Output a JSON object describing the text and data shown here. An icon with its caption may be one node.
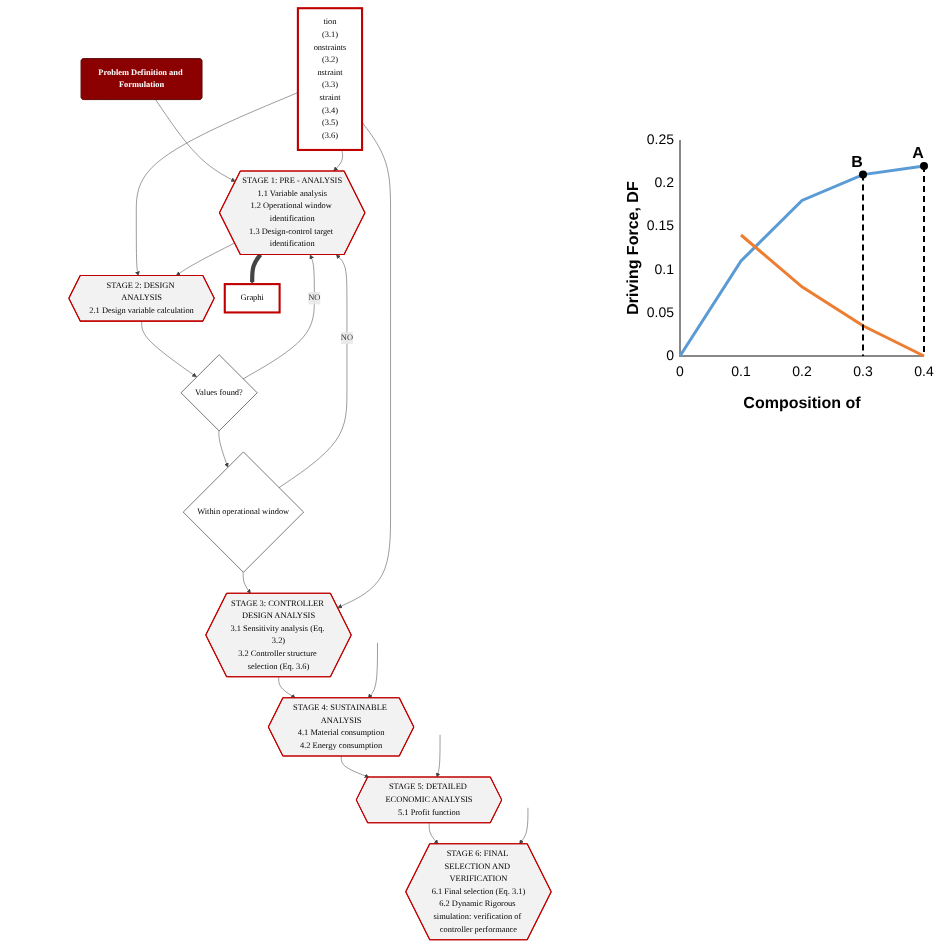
{
  "diagram": {
    "nodes": [
      {
        "text": [
          "Problem Definition and Formulation"
        ]
      },
      {
        "text": [
          "tion",
          "(3.1)",
          "onstraints",
          "(3.2)",
          "nstraint",
          "(3.3)",
          "straint",
          "(3.4)",
          "(3.5)",
          "(3.6)"
        ]
      },
      {
        "text": [
          "STAGE 1: PRE - ANALYSIS",
          "1.1 Variable analysis",
          "1.2 Operational window identification",
          "1.3 Design-control target identification"
        ]
      },
      {
        "text": [
          "STAGE 2: DESIGN ANALYSIS",
          "2.1 Design variable calculation"
        ]
      },
      {
        "text": [
          "Values found?"
        ]
      },
      {
        "text": [
          "Within operational window"
        ]
      },
      {
        "text": [
          "STAGE 3: CONTROLLER DESIGN ANALYSIS",
          "3.1 Sensitivity analysis (Eq. 3.2)",
          "3.2 Controller structure selection (Eq. 3.6)"
        ]
      },
      {
        "text": [
          "STAGE 4: SUSTAINABLE ANALYSIS",
          "4.1 Material consumption",
          "4.2 Energy consumption"
        ]
      },
      {
        "text": [
          "STAGE 5: DETAILED ECONOMIC ANALYSIS",
          "5.1 Profit function"
        ]
      },
      {
        "text": [
          "STAGE 6: FINAL SELECTION AND VERIFICATION",
          "6.1 Final selection (Eq. 3.1)",
          "6.2 Dynamic Rigorous simulation: verification of controller performance"
        ]
      },
      {
        "text": [
          "Graphi"
        ]
      }
    ],
    "edges": [
      {
        "from": 0,
        "to": 2,
        "arrow": "to"
      },
      {
        "from": 1,
        "to": 2,
        "arrow": "to"
      },
      {
        "from": 2,
        "to": 10,
        "arrow": "to",
        "style": "thick"
      },
      {
        "from": 1,
        "to": 3,
        "arrow": "to"
      },
      {
        "from": 2,
        "to": 3,
        "arrow": "to"
      },
      {
        "from": 3,
        "to": 4,
        "arrow": "to"
      },
      {
        "from": 4,
        "to": 2,
        "label": "NO",
        "arrow": "to"
      },
      {
        "from": 4,
        "to": 5,
        "arrow": "to"
      },
      {
        "from": 5,
        "to": 2,
        "label": "NO",
        "arrow": "to"
      },
      {
        "from": 5,
        "to": 6,
        "arrow": "to"
      },
      {
        "from": 1,
        "to": 6,
        "arrow": "to"
      },
      {
        "from": 6,
        "to": 7,
        "arrow": "to"
      },
      {
        "from": null,
        "to": 7,
        "arrow": "to"
      },
      {
        "from": 7,
        "to": 8,
        "arrow": "to"
      },
      {
        "from": null,
        "to": 8,
        "arrow": "to"
      },
      {
        "from": 8,
        "to": 9,
        "arrow": "to"
      },
      {
        "from": null,
        "to": 9,
        "arrow": "to"
      }
    ],
    "chart_data": {
      "type": "line",
      "xlabel": "Composition of",
      "ylabel": "Driving Force, DF",
      "x": [
        0,
        0.1,
        0.2,
        0.3,
        0.4
      ],
      "series": [
        {
          "color": "#5b9bd5",
          "values": [
            0,
            0.11,
            0.18,
            0.21,
            0.22
          ]
        },
        {
          "color": "#ed7d31",
          "values": [
            null,
            0.14,
            0.08,
            0.035,
            0
          ]
        }
      ],
      "xticks": [
        0,
        0.1,
        0.2,
        0.3,
        0.4
      ],
      "yticks": [
        0,
        0.05,
        0.1,
        0.15,
        0.2,
        0.25
      ],
      "xlim": [
        0,
        0.4
      ],
      "ylim": [
        0,
        0.25
      ],
      "annotations": [
        {
          "text": "B",
          "x": 0.3,
          "y": 0.21
        },
        {
          "text": "A",
          "x": 0.4,
          "y": 0.22
        }
      ]
    }
  }
}
